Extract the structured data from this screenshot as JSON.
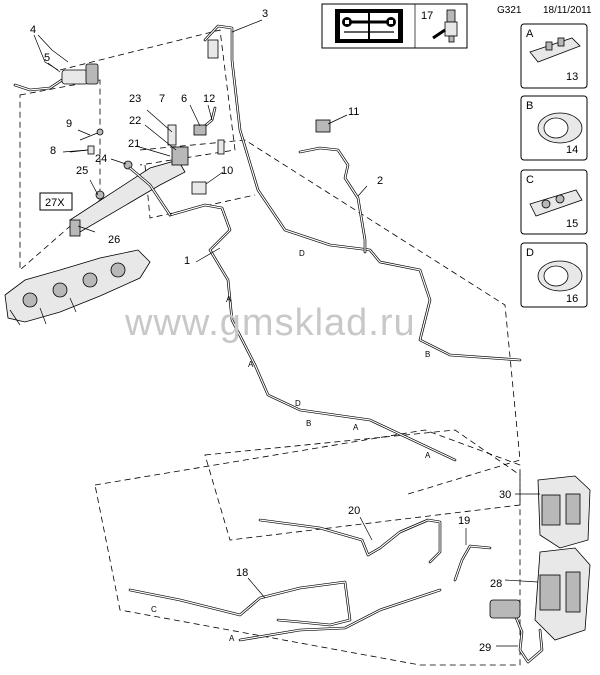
{
  "header": {
    "code": "G321",
    "date": "18/11/2011"
  },
  "watermark": "www.gmsklad.ru",
  "callouts": [
    "1",
    "2",
    "3",
    "4",
    "5",
    "6",
    "7",
    "8",
    "9",
    "10",
    "11",
    "12",
    "17",
    "18",
    "19",
    "20",
    "21",
    "22",
    "23",
    "24",
    "25",
    "26",
    "27X",
    "28",
    "29",
    "30"
  ],
  "detail_boxes": [
    {
      "letter": "A",
      "number": "13"
    },
    {
      "letter": "B",
      "number": "14"
    },
    {
      "letter": "C",
      "number": "15"
    },
    {
      "letter": "D",
      "number": "16"
    }
  ],
  "route_letters": [
    "A",
    "B",
    "C",
    "D"
  ],
  "icons": {
    "manual": "wrench-book-icon",
    "part20": "valve-icon"
  }
}
